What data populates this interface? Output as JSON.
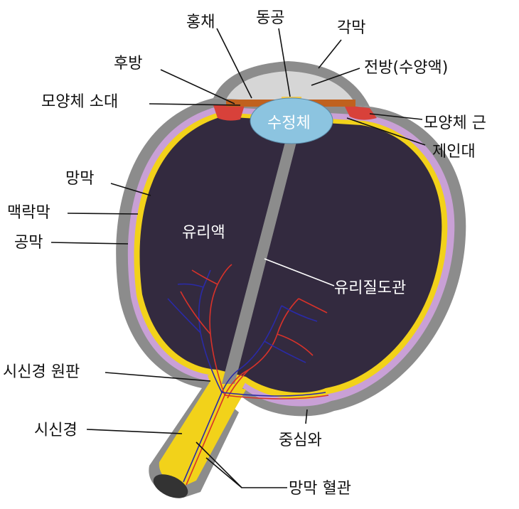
{
  "labels": {
    "iris": "홍채",
    "pupil": "동공",
    "cornea": "각막",
    "posterior_chamber": "후방",
    "anterior_chamber": "전방(수양액)",
    "zonular_fibers": "모양체 소대",
    "ciliary_muscle": "모양체 근",
    "lens": "수정체",
    "suspensory_ligament": "제인대",
    "retina": "망막",
    "choroid": "맥락막",
    "sclera": "공막",
    "vitreous_humor": "유리액",
    "hyaloid_canal": "유리질도관",
    "optic_disc": "시신경 원판",
    "optic_nerve": "시신경",
    "fovea": "중심와",
    "retinal_blood_vessels": "망막 혈관"
  },
  "colors": {
    "sclera": "#8c8c8c",
    "choroid": "#c9a0d6",
    "retina": "#f2d21a",
    "vitreous": "#332a3f",
    "lens": "#8cc4e0",
    "iris": "#c0611e",
    "ciliary": "#d8413a",
    "cornea": "#d6d6d6",
    "artery": "#d8322a",
    "vein": "#2a2aa8"
  }
}
